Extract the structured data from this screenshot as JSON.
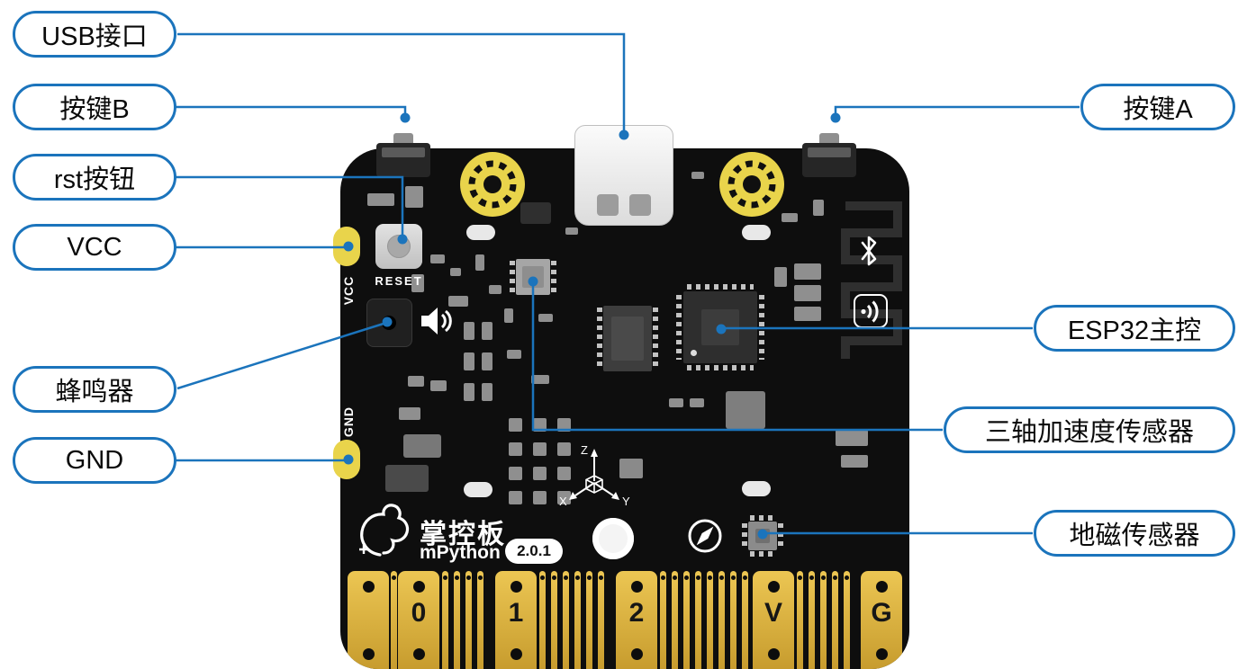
{
  "diagram": {
    "accent_color": "#1b74bc",
    "callouts_left": [
      {
        "label": "USB接口"
      },
      {
        "label": "按键B"
      },
      {
        "label": "rst按钮"
      },
      {
        "label": "VCC"
      },
      {
        "label": "蜂鸣器"
      },
      {
        "label": "GND"
      }
    ],
    "callouts_right": [
      {
        "label": "按键A"
      },
      {
        "label": "ESP32主控"
      },
      {
        "label": "三轴加速度传感器"
      },
      {
        "label": "地磁传感器"
      }
    ]
  },
  "board": {
    "colors": {
      "pcb": "#0e0e0e",
      "gold": "#d9b339",
      "pad_yellow": "#e9d44b"
    },
    "silkscreen": {
      "reset_label": "RESET",
      "vcc_label": "VCC",
      "gnd_label": "GND",
      "brand": "掌控板",
      "brand_sub": "mPython",
      "version": "2.0.1",
      "axis": {
        "x": "X",
        "y": "Y",
        "z": "Z"
      }
    },
    "icons": [
      "bluetooth-icon",
      "wifi-icon",
      "speaker-icon",
      "compass-icon",
      "hand-logo-icon",
      "axis-indicator"
    ],
    "edge_connector": {
      "labels": [
        "",
        "0",
        "1",
        "2",
        "V",
        "G"
      ]
    }
  }
}
